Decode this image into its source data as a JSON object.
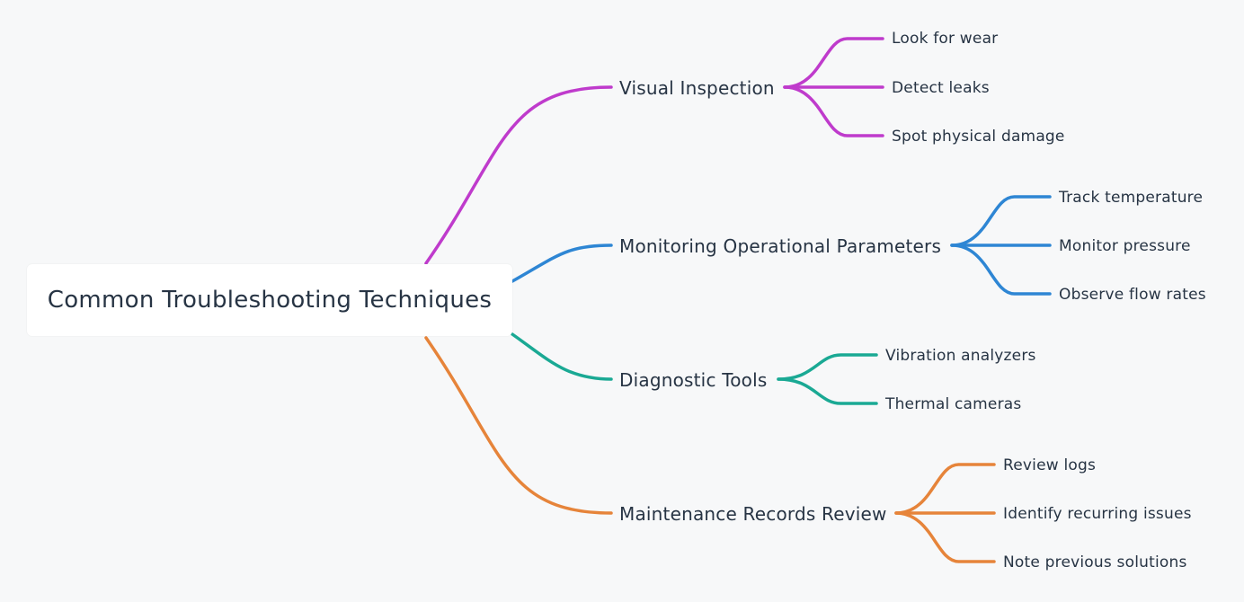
{
  "root": {
    "label": "Common Troubleshooting Techniques"
  },
  "branches": [
    {
      "label": "Visual Inspection",
      "color": "#bf3bcc",
      "children": [
        "Look for wear",
        "Detect leaks",
        "Spot physical damage"
      ]
    },
    {
      "label": "Monitoring Operational Parameters",
      "color": "#2e86d4",
      "children": [
        "Track temperature",
        "Monitor pressure",
        "Observe flow rates"
      ]
    },
    {
      "label": "Diagnostic Tools",
      "color": "#1aa994",
      "children": [
        "Vibration analyzers",
        "Thermal cameras"
      ]
    },
    {
      "label": "Maintenance Records Review",
      "color": "#e6843a",
      "children": [
        "Review logs",
        "Identify recurring issues",
        "Note previous solutions"
      ]
    }
  ]
}
